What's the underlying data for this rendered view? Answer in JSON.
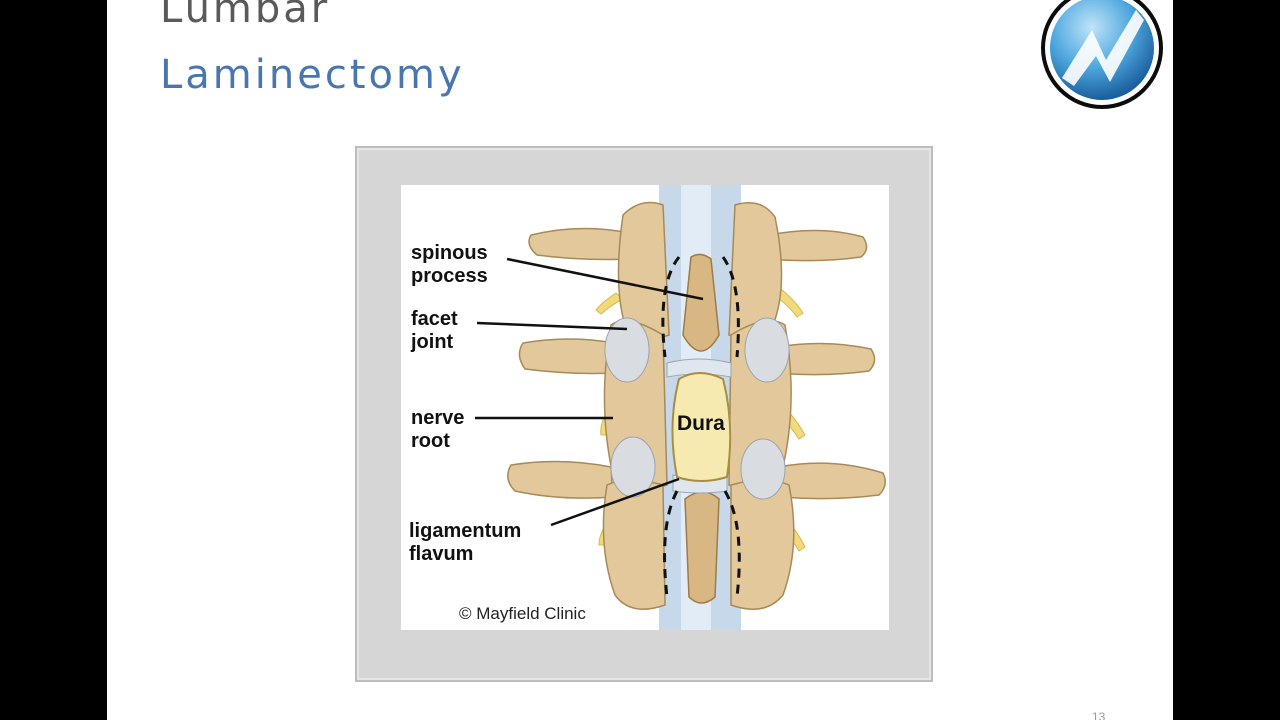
{
  "slide": {
    "title_line1": "Lumbar",
    "title_line2": "Laminectomy",
    "page_number": "13"
  },
  "figure": {
    "labels": {
      "spinous_process": [
        "spinous",
        "process"
      ],
      "facet_joint": [
        "facet",
        "joint"
      ],
      "nerve_root": [
        "nerve",
        "root"
      ],
      "ligamentum_flavum": [
        "ligamentum",
        "flavum"
      ],
      "dura": "Dura"
    },
    "credit": "© Mayfield Clinic"
  },
  "colors": {
    "title_gray": "#5a5a5a",
    "title_blue": "#4a76b0",
    "bone": "#e2c89a",
    "dura": "#f6eab0",
    "nerve": "#f1da7a",
    "spinal_canal": "#c7d8ea"
  }
}
